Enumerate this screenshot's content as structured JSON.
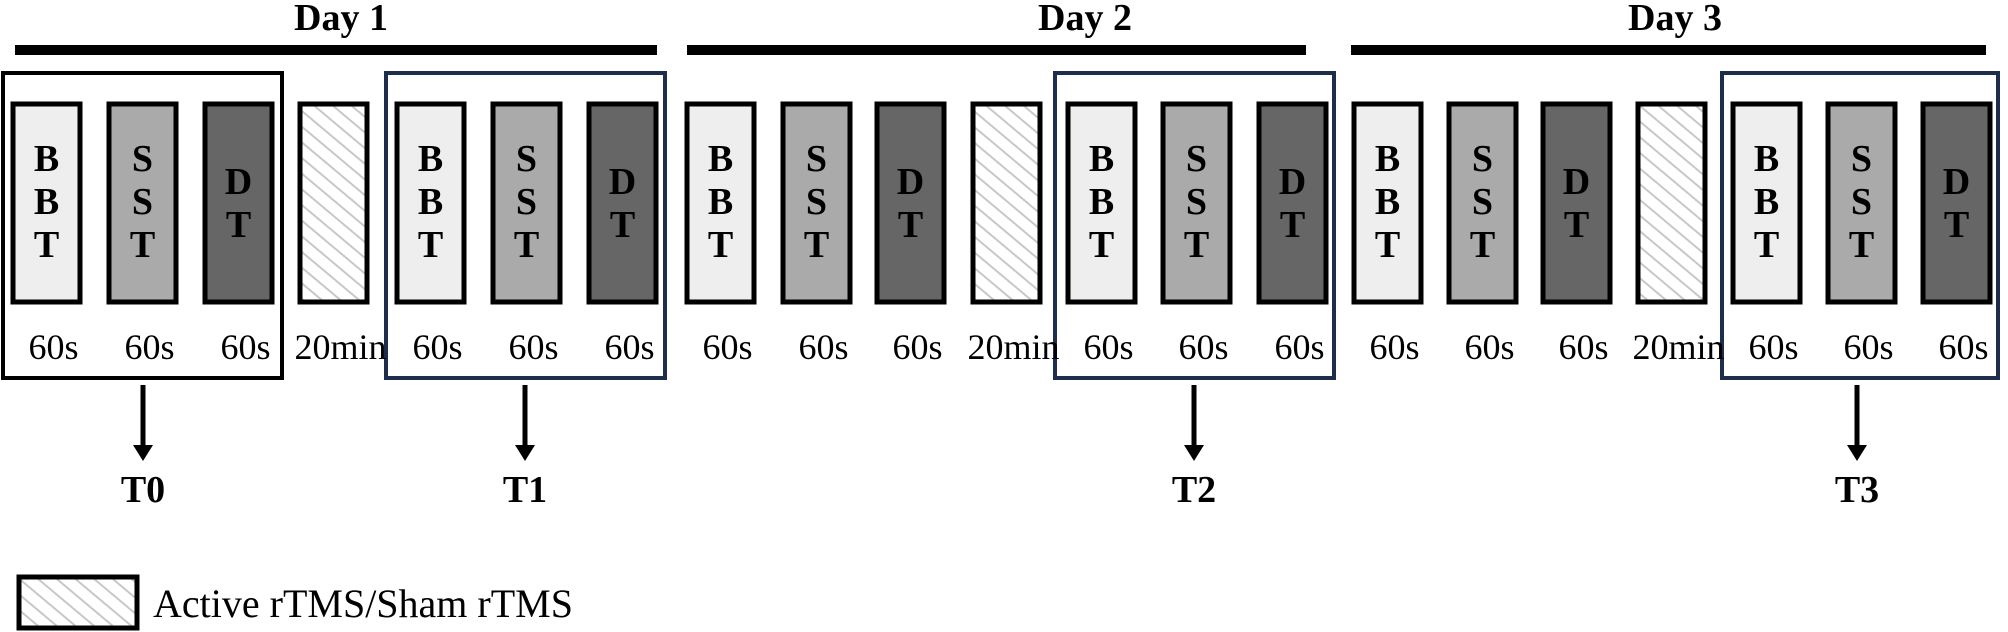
{
  "days": [
    {
      "label": "Day 1"
    },
    {
      "label": "Day 2"
    },
    {
      "label": "Day 3"
    }
  ],
  "block_types": {
    "BBT": {
      "letters": [
        "B",
        "B",
        "T"
      ],
      "color": "#eeeeee"
    },
    "SST": {
      "letters": [
        "S",
        "S",
        "T"
      ],
      "color": "#aaaaaa"
    },
    "DT": {
      "letters": [
        "D",
        "T"
      ],
      "color": "#666666"
    },
    "rTMS": {
      "letters": [],
      "color": "hatch"
    }
  },
  "session_sequence": [
    "BBT",
    "SST",
    "DT",
    "rTMS",
    "BBT",
    "SST",
    "DT"
  ],
  "durations": [
    "60s",
    "60s",
    "60s",
    "20min",
    "60s",
    "60s",
    "60s"
  ],
  "timepoints": [
    "T0",
    "T1",
    "T2",
    "T3"
  ],
  "legend": {
    "label": "Active rTMS/Sham rTMS"
  },
  "colors": {
    "baseline_box": "#000000",
    "assessment_box": "#1f2d4d",
    "hatch_line": "#c8c8c8"
  }
}
